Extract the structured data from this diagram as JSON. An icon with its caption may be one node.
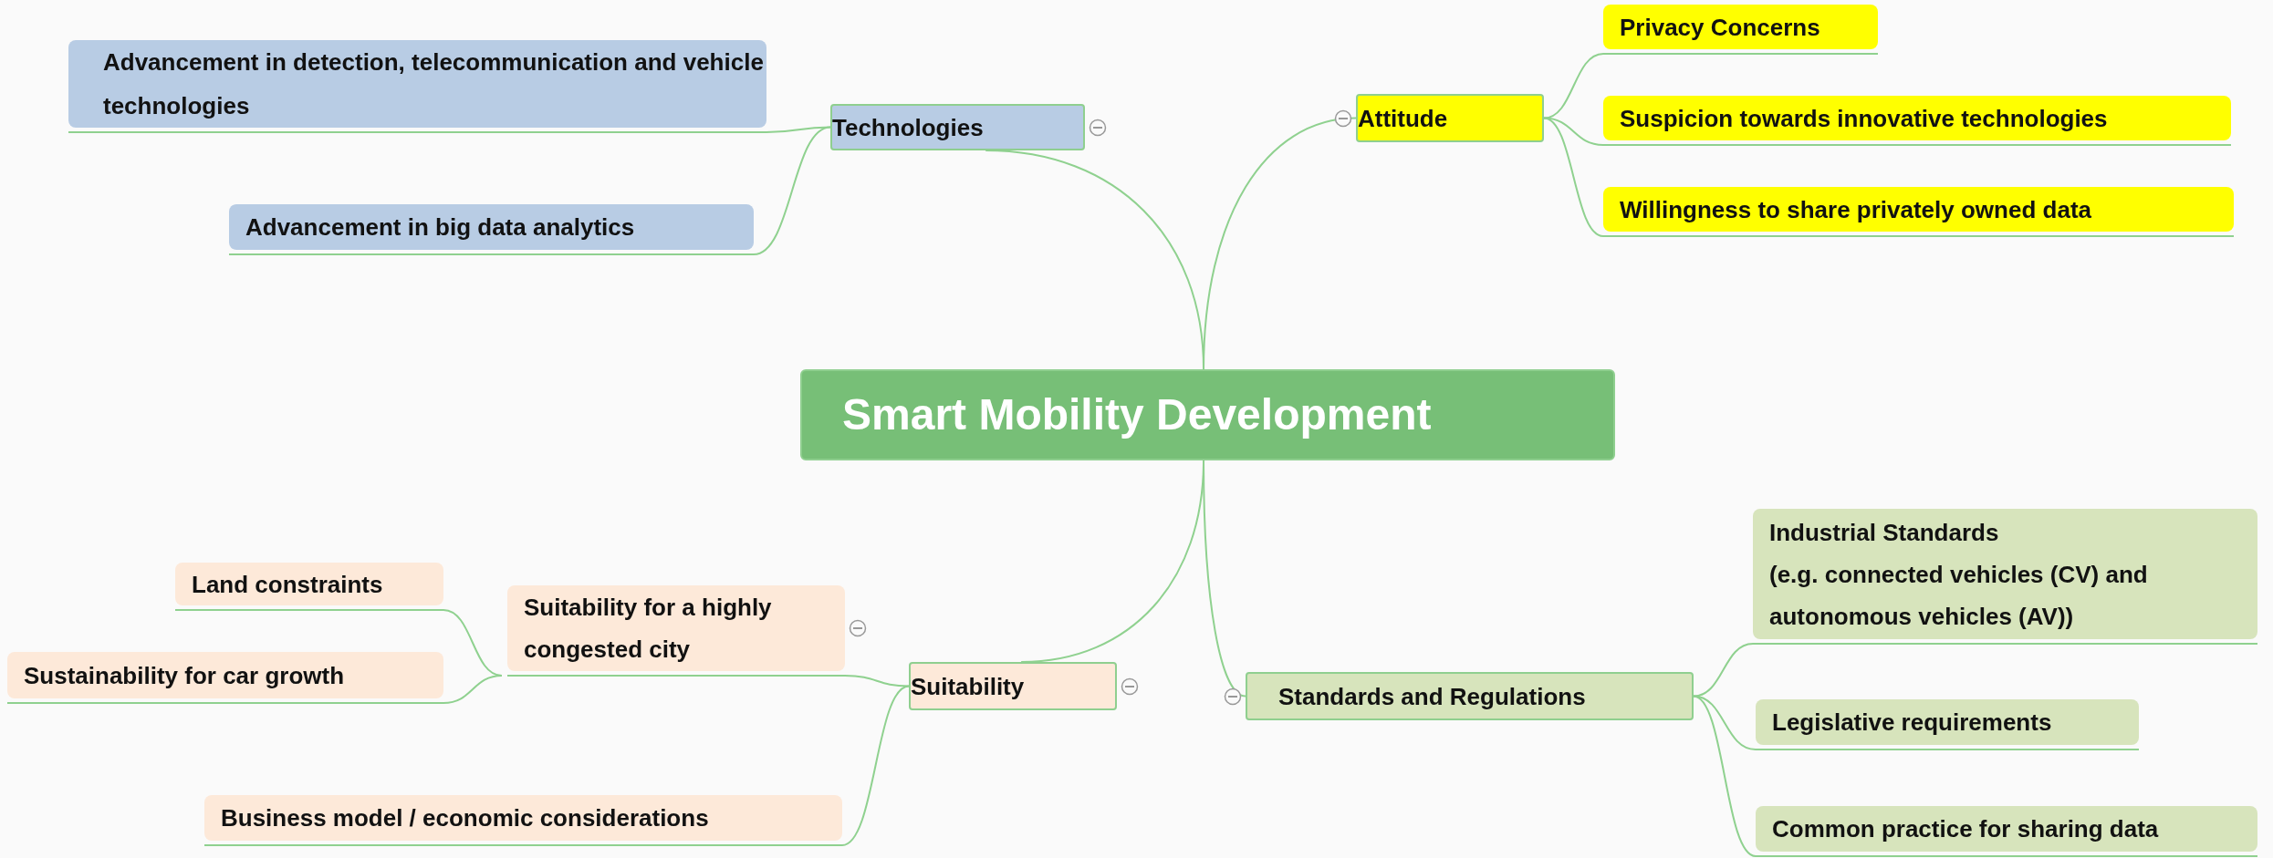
{
  "diagram": {
    "nodes": [
      {
        "text": [
          "Smart Mobility Development"
        ]
      },
      {
        "text": [
          "Technologies"
        ]
      },
      {
        "text": [
          "Advancement in detection, telecommunication and vehicle technologies"
        ]
      },
      {
        "text": [
          "Advancement in big data analytics"
        ]
      },
      {
        "text": [
          "Attitude"
        ]
      },
      {
        "text": [
          "Privacy Concerns"
        ]
      },
      {
        "text": [
          "Suspicion towards innovative technologies"
        ]
      },
      {
        "text": [
          "Willingness to share privately owned data"
        ]
      },
      {
        "text": [
          "Standards and Regulations"
        ]
      },
      {
        "text": [
          "Industrial Standards",
          "(e.g. connected vehicles (CV) and autonomous vehicles (AV))"
        ]
      },
      {
        "text": [
          "Legislative requirements"
        ]
      },
      {
        "text": [
          "Common practice for sharing data"
        ]
      },
      {
        "text": [
          "Suitability"
        ]
      },
      {
        "text": [
          "Suitability for a highly congested city"
        ]
      },
      {
        "text": [
          "Land constraints"
        ]
      },
      {
        "text": [
          "Sustainability for car growth"
        ]
      },
      {
        "text": [
          "Business model / economic considerations"
        ]
      }
    ],
    "edges": [
      {
        "from": 0,
        "to": 1,
        "arrow": "none"
      },
      {
        "from": 1,
        "to": 2,
        "arrow": "none"
      },
      {
        "from": 1,
        "to": 3,
        "arrow": "none"
      },
      {
        "from": 0,
        "to": 4,
        "arrow": "none"
      },
      {
        "from": 4,
        "to": 5,
        "arrow": "none"
      },
      {
        "from": 4,
        "to": 6,
        "arrow": "none"
      },
      {
        "from": 4,
        "to": 7,
        "arrow": "none"
      },
      {
        "from": 0,
        "to": 8,
        "arrow": "none"
      },
      {
        "from": 8,
        "to": 9,
        "arrow": "none"
      },
      {
        "from": 8,
        "to": 10,
        "arrow": "none"
      },
      {
        "from": 8,
        "to": 11,
        "arrow": "none"
      },
      {
        "from": 0,
        "to": 12,
        "arrow": "none"
      },
      {
        "from": 12,
        "to": 13,
        "arrow": "none"
      },
      {
        "from": 13,
        "to": 14,
        "arrow": "none"
      },
      {
        "from": 13,
        "to": 15,
        "arrow": "none"
      },
      {
        "from": 12,
        "to": 16,
        "arrow": "none"
      }
    ]
  }
}
